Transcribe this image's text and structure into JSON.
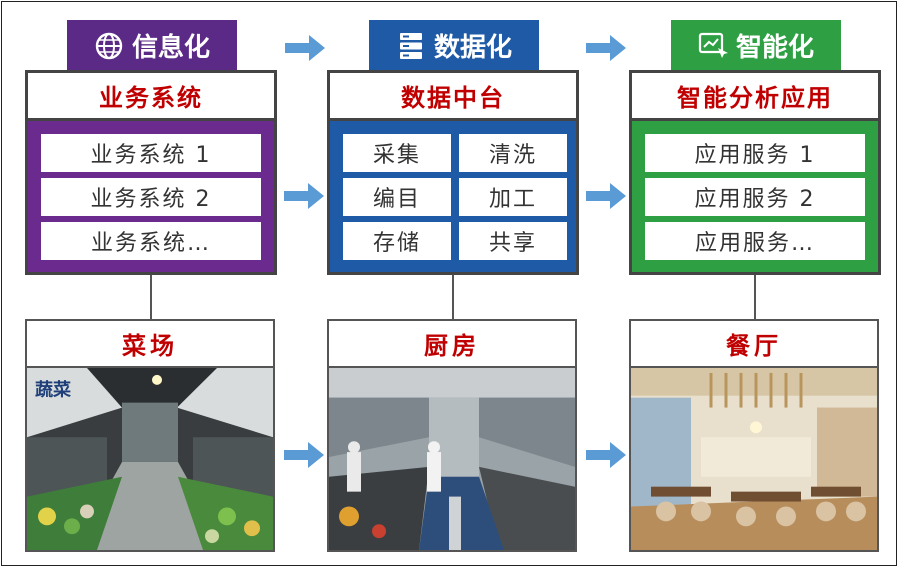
{
  "stages": [
    {
      "label": "信息化",
      "icon": "globe-icon",
      "color": "#5b2a86"
    },
    {
      "label": "数据化",
      "icon": "server-icon",
      "color": "#1f5aa6"
    },
    {
      "label": "智能化",
      "icon": "smart-screen-icon",
      "color": "#2ea043"
    }
  ],
  "blocks": {
    "business": {
      "title": "业务系统",
      "items": [
        "业务系统 1",
        "业务系统 2",
        "业务系统…"
      ],
      "color": "#6a2a8e"
    },
    "data": {
      "title": "数据中台",
      "items": [
        "采集",
        "清洗",
        "编目",
        "加工",
        "存储",
        "共享"
      ],
      "color": "#1f5aa6"
    },
    "app": {
      "title": "智能分析应用",
      "items": [
        "应用服务 1",
        "应用服务 2",
        "应用服务…"
      ],
      "color": "#2ea043"
    }
  },
  "scenes": [
    {
      "title": "菜场",
      "image": "market-photo",
      "sign_text": "蔬菜"
    },
    {
      "title": "厨房",
      "image": "kitchen-photo"
    },
    {
      "title": "餐厅",
      "image": "restaurant-photo"
    }
  ],
  "colors": {
    "arrow": "#5b9bd5",
    "title_red": "#c00000",
    "border": "#444444"
  }
}
